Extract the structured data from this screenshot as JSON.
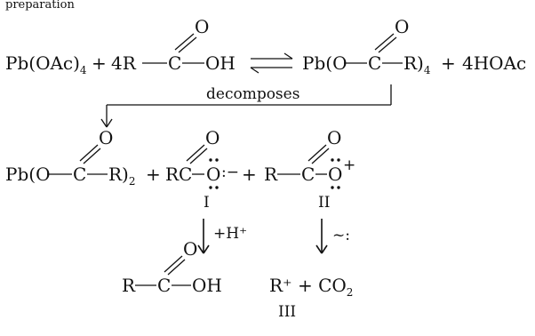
{
  "page_top": "preparation",
  "equation1": {
    "reactant_pbo": "Pb(OAc)",
    "reactant_pbo_sub": "4",
    "plus1": "+",
    "acid_coeff_r": "4R",
    "oxygen": "O",
    "carbon": "C",
    "oh": "OH",
    "product_prefix": "Pb(O",
    "product_r": "R)",
    "product_sub": "4",
    "plus2": "+",
    "hoac": "4HOAc"
  },
  "arrow_label": "decomposes",
  "equation2": {
    "pb_prefix": "Pb(O",
    "pb_r": "R)",
    "pb_sub": "2",
    "plus1": "+",
    "rc": "RC",
    "oxygen": "O",
    "anion_o": "O",
    "anion_charge": ":−",
    "plus2": "+",
    "r": "R",
    "carbon": "C",
    "cation_charge": "+",
    "label_i": "I",
    "label_ii": "II"
  },
  "step_labels": {
    "protonation": "+H⁺",
    "decarboxylation": "~:"
  },
  "products": {
    "acid_r": "R",
    "acid_c": "C",
    "acid_o": "O",
    "acid_oh": "OH",
    "cation": "R⁺ + CO",
    "cation_sub": "2",
    "label_iii": "III"
  }
}
